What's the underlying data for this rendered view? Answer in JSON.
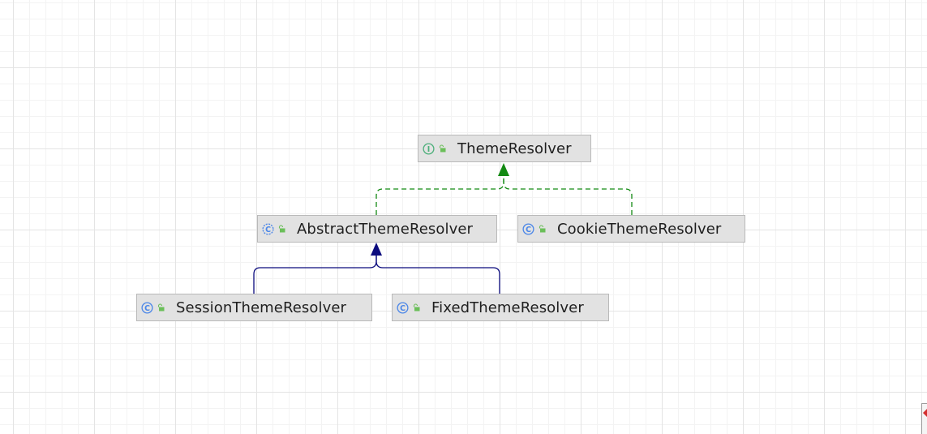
{
  "diagram": {
    "nodes": [
      {
        "id": "theme-resolver",
        "kind": "interface",
        "kind_glyph": "I",
        "label": "ThemeResolver",
        "visibility": "public"
      },
      {
        "id": "abstract-theme-resolver",
        "kind": "abstract-class",
        "kind_glyph": "C",
        "label": "AbstractThemeResolver",
        "visibility": "public"
      },
      {
        "id": "cookie-theme-resolver",
        "kind": "class",
        "kind_glyph": "C",
        "label": "CookieThemeResolver",
        "visibility": "public"
      },
      {
        "id": "session-theme-resolver",
        "kind": "class",
        "kind_glyph": "C",
        "label": "SessionThemeResolver",
        "visibility": "public"
      },
      {
        "id": "fixed-theme-resolver",
        "kind": "class",
        "kind_glyph": "C",
        "label": "FixedThemeResolver",
        "visibility": "public"
      }
    ],
    "edges": [
      {
        "from": "abstract-theme-resolver",
        "to": "theme-resolver",
        "type": "implements"
      },
      {
        "from": "cookie-theme-resolver",
        "to": "theme-resolver",
        "type": "implements"
      },
      {
        "from": "session-theme-resolver",
        "to": "abstract-theme-resolver",
        "type": "extends"
      },
      {
        "from": "fixed-theme-resolver",
        "to": "abstract-theme-resolver",
        "type": "extends"
      }
    ]
  },
  "colors": {
    "background": "#ffffff",
    "grid_major": "#e4e4e4",
    "grid_minor": "#f3f3f3",
    "node_fill": "#e2e2e2",
    "node_border": "#b9b9b9",
    "implements_edge": "#138a13",
    "extends_edge": "#0b0b7e",
    "interface_icon": "#4caf7a",
    "class_icon": "#4a86e8",
    "lock_icon": "#6bbf59"
  }
}
